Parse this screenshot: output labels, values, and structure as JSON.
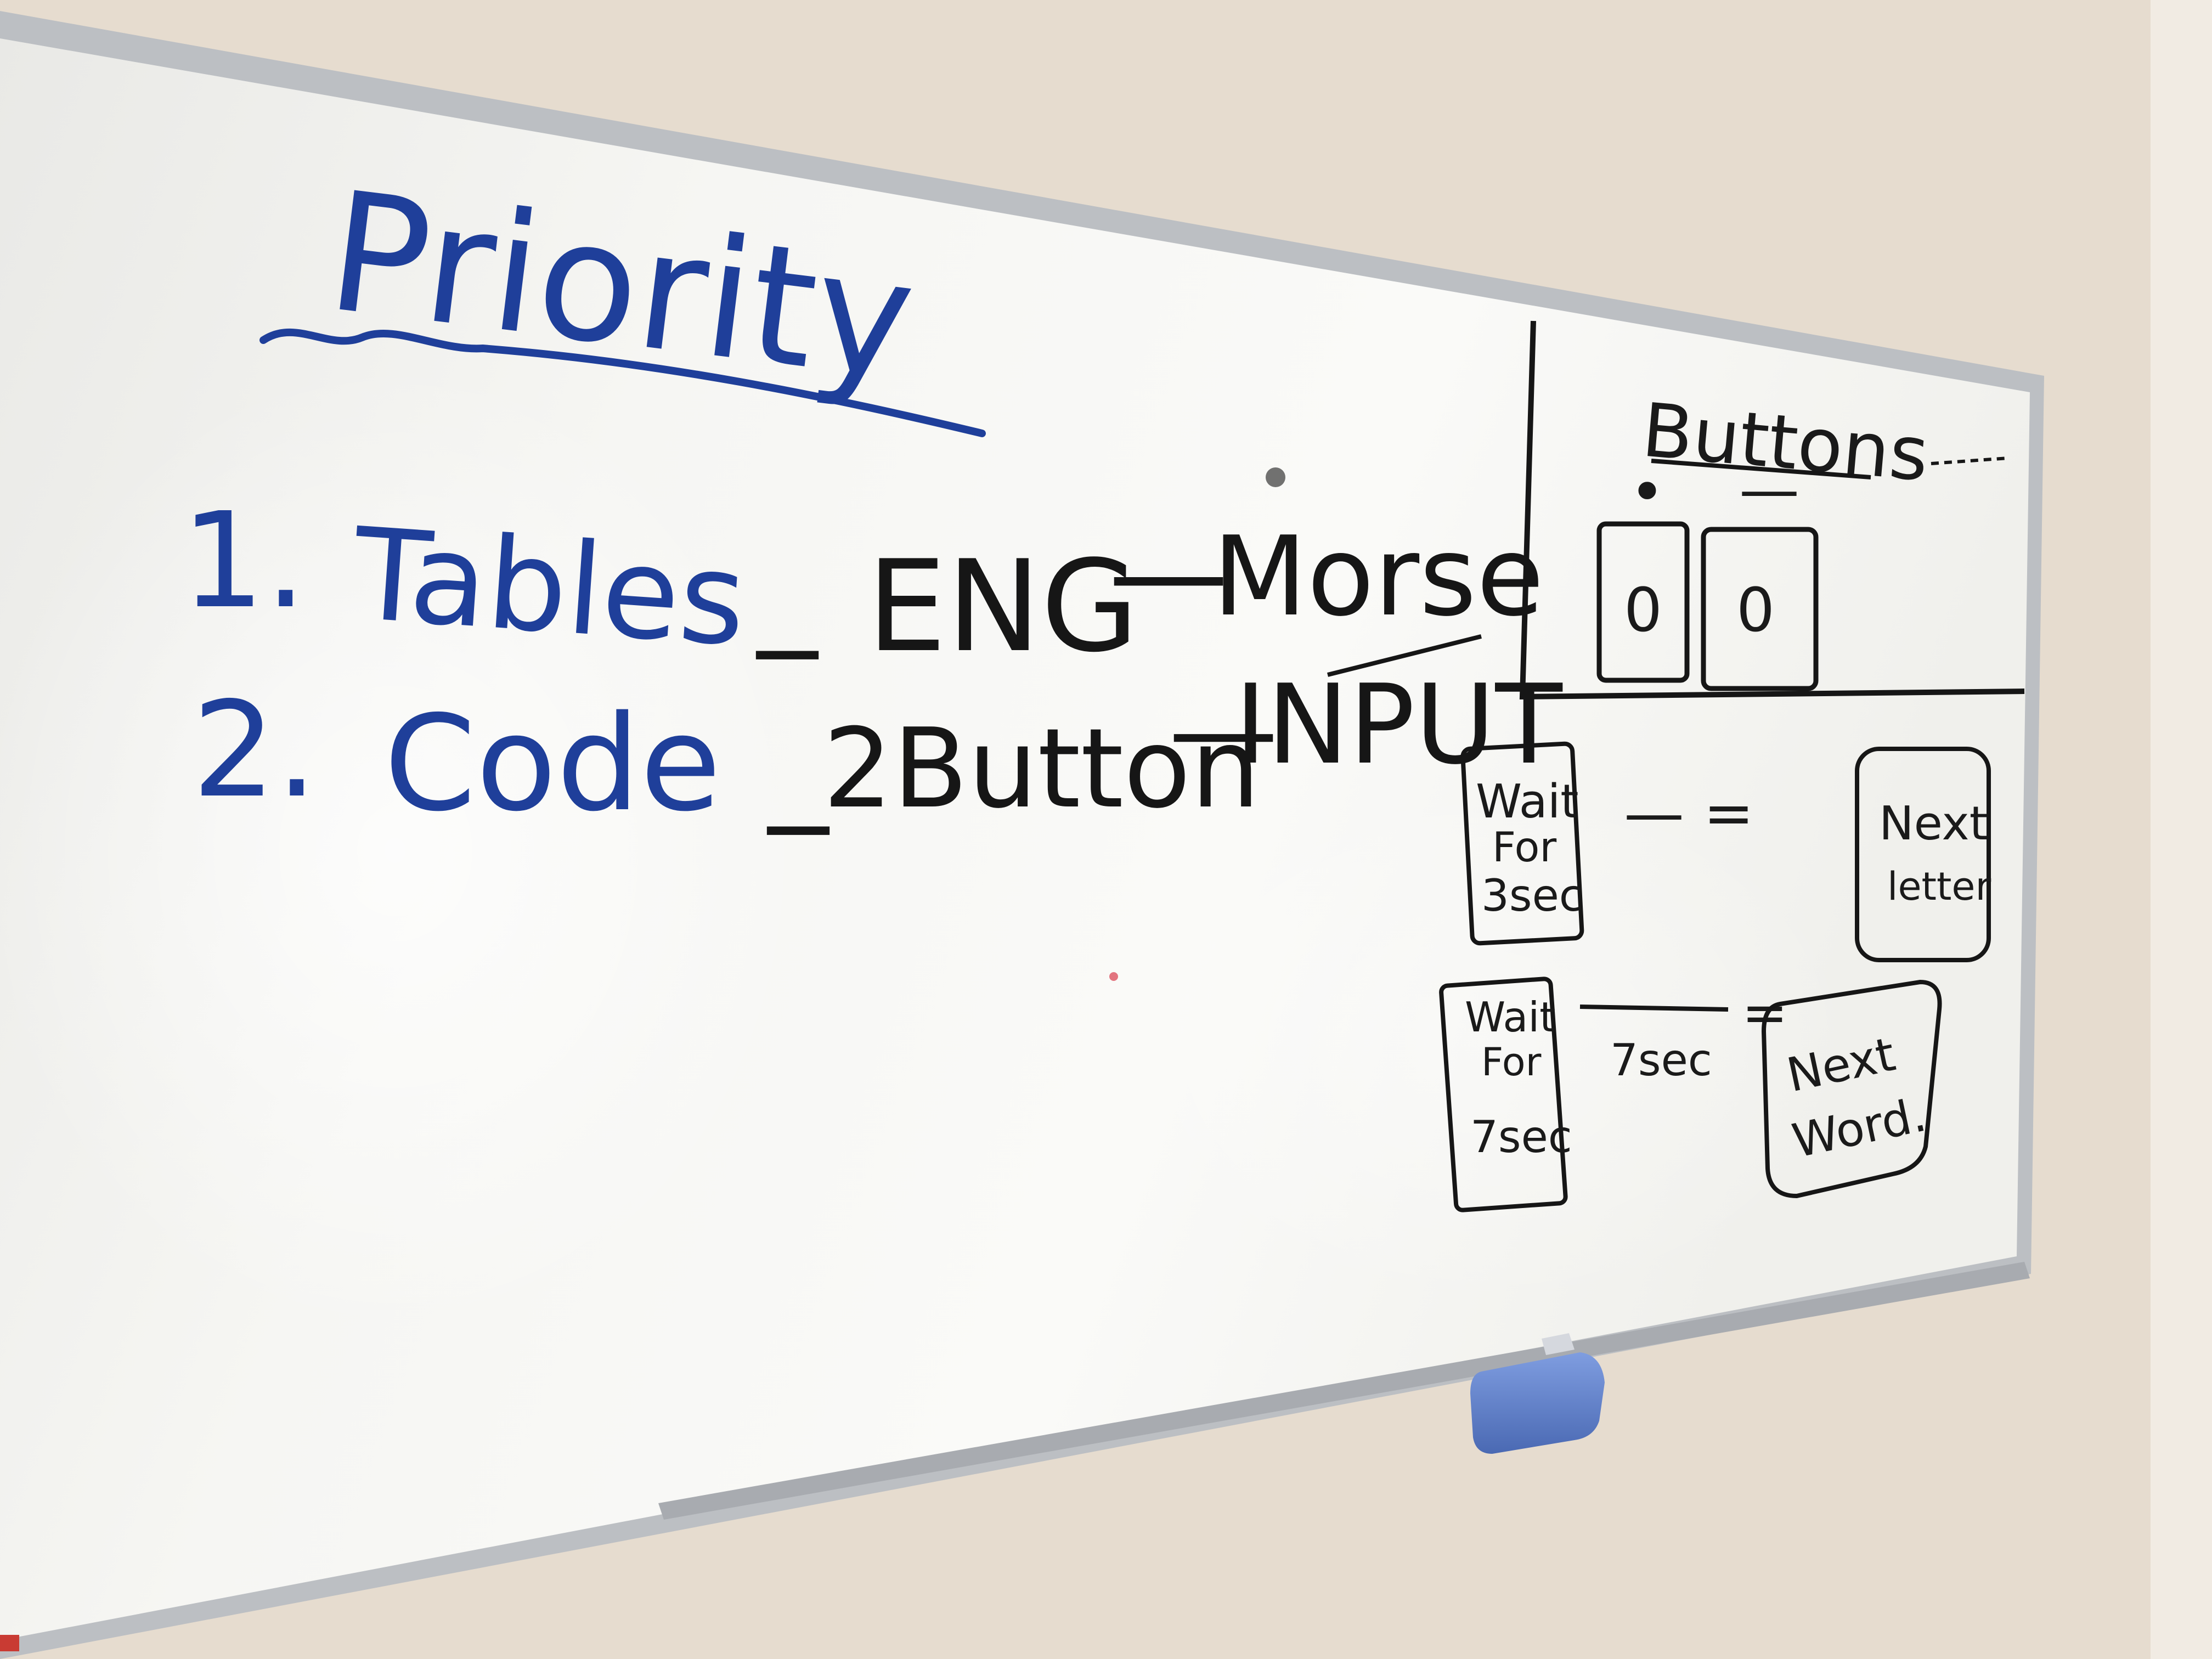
{
  "whiteboard": {
    "title": "Priority",
    "list": [
      {
        "number": "1.",
        "topic": "Tables",
        "dash1": "_",
        "part_a": "ENG",
        "dash2": "—",
        "part_b": "Morse"
      },
      {
        "number": "2.",
        "topic": "Code",
        "dash1": "_",
        "part_a": "2Button",
        "dash2": "—",
        "part_b": "INPUT"
      }
    ],
    "buttons_panel": {
      "heading": "Buttons",
      "dot_symbol": "•",
      "dash_symbol": "—",
      "button_left_label": "0",
      "button_right_label": "0"
    },
    "rule_letter": {
      "condition": [
        "Wait",
        "For",
        "3sec"
      ],
      "connector": "— =",
      "result": [
        "Next",
        "letter"
      ]
    },
    "rule_word": {
      "condition": [
        "Wait",
        "For",
        "7sec"
      ],
      "middle": "7sec",
      "connector": "=",
      "result": [
        "Next",
        "Word."
      ]
    }
  },
  "colors": {
    "wall": "#e8ded2",
    "board": "#f4f3ef",
    "frame": "#bfc1c4",
    "blue_marker": "#1f3f9a",
    "black_marker": "#161616",
    "eraser": "#5e7fc6"
  },
  "icons": [
    "eraser-icon"
  ]
}
